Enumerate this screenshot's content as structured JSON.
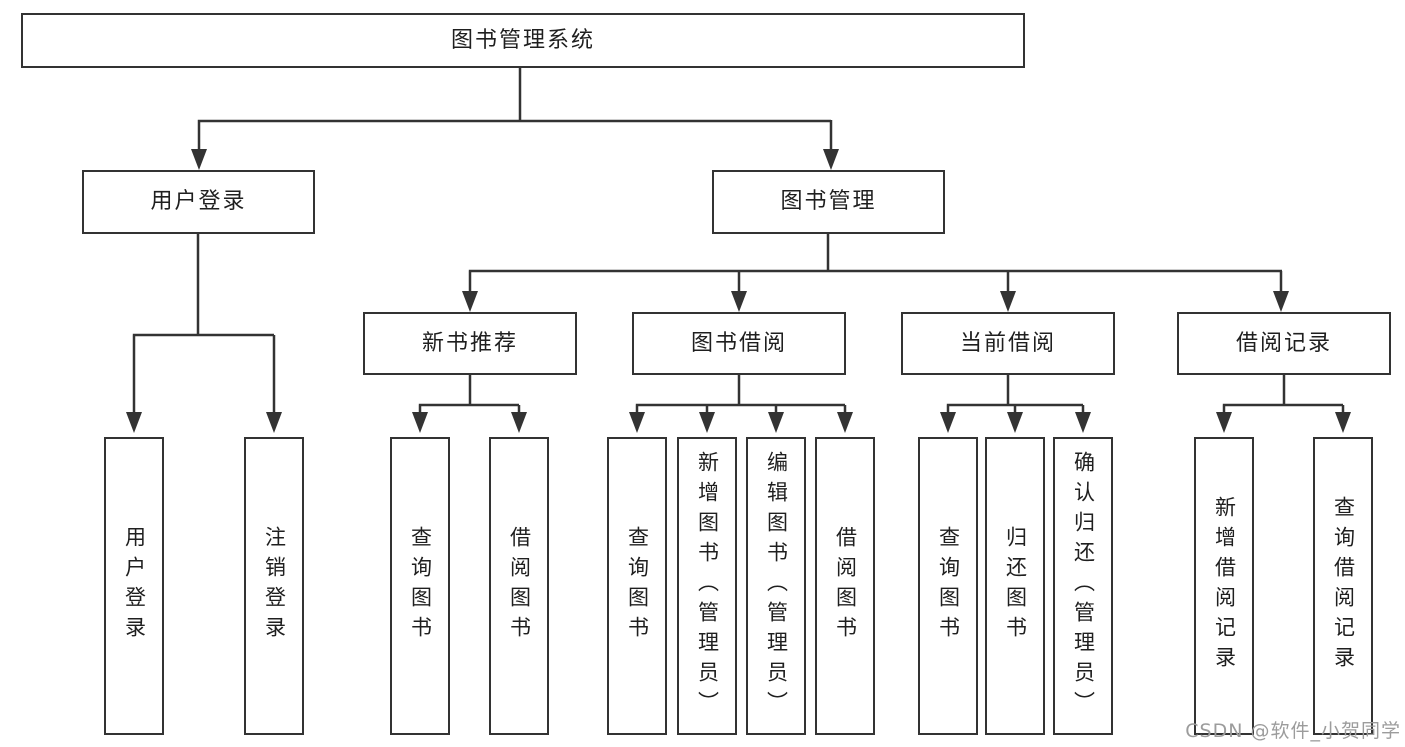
{
  "diagram": {
    "root": {
      "label": "图书管理系统"
    },
    "level2": [
      {
        "label": "用户登录"
      },
      {
        "label": "图书管理"
      }
    ],
    "level3": [
      {
        "label": "新书推荐"
      },
      {
        "label": "图书借阅"
      },
      {
        "label": "当前借阅"
      },
      {
        "label": "借阅记录"
      }
    ],
    "leaves": [
      {
        "label": "用户登录"
      },
      {
        "label": "注销登录"
      },
      {
        "label": "查询图书"
      },
      {
        "label": "借阅图书"
      },
      {
        "label": "查询图书"
      },
      {
        "label": "新增图书（管理员）"
      },
      {
        "label": "编辑图书（管理员）"
      },
      {
        "label": "借阅图书"
      },
      {
        "label": "查询图书"
      },
      {
        "label": "归还图书"
      },
      {
        "label": "确认归还（管理员）"
      },
      {
        "label": "新增借阅记录"
      },
      {
        "label": "查询借阅记录"
      }
    ],
    "watermark": "CSDN @软件_小贺同学",
    "colors": {
      "line": "#333333",
      "text": "#1f1f1f",
      "watermark": "#9c9c9c",
      "background": "#ffffff"
    }
  }
}
